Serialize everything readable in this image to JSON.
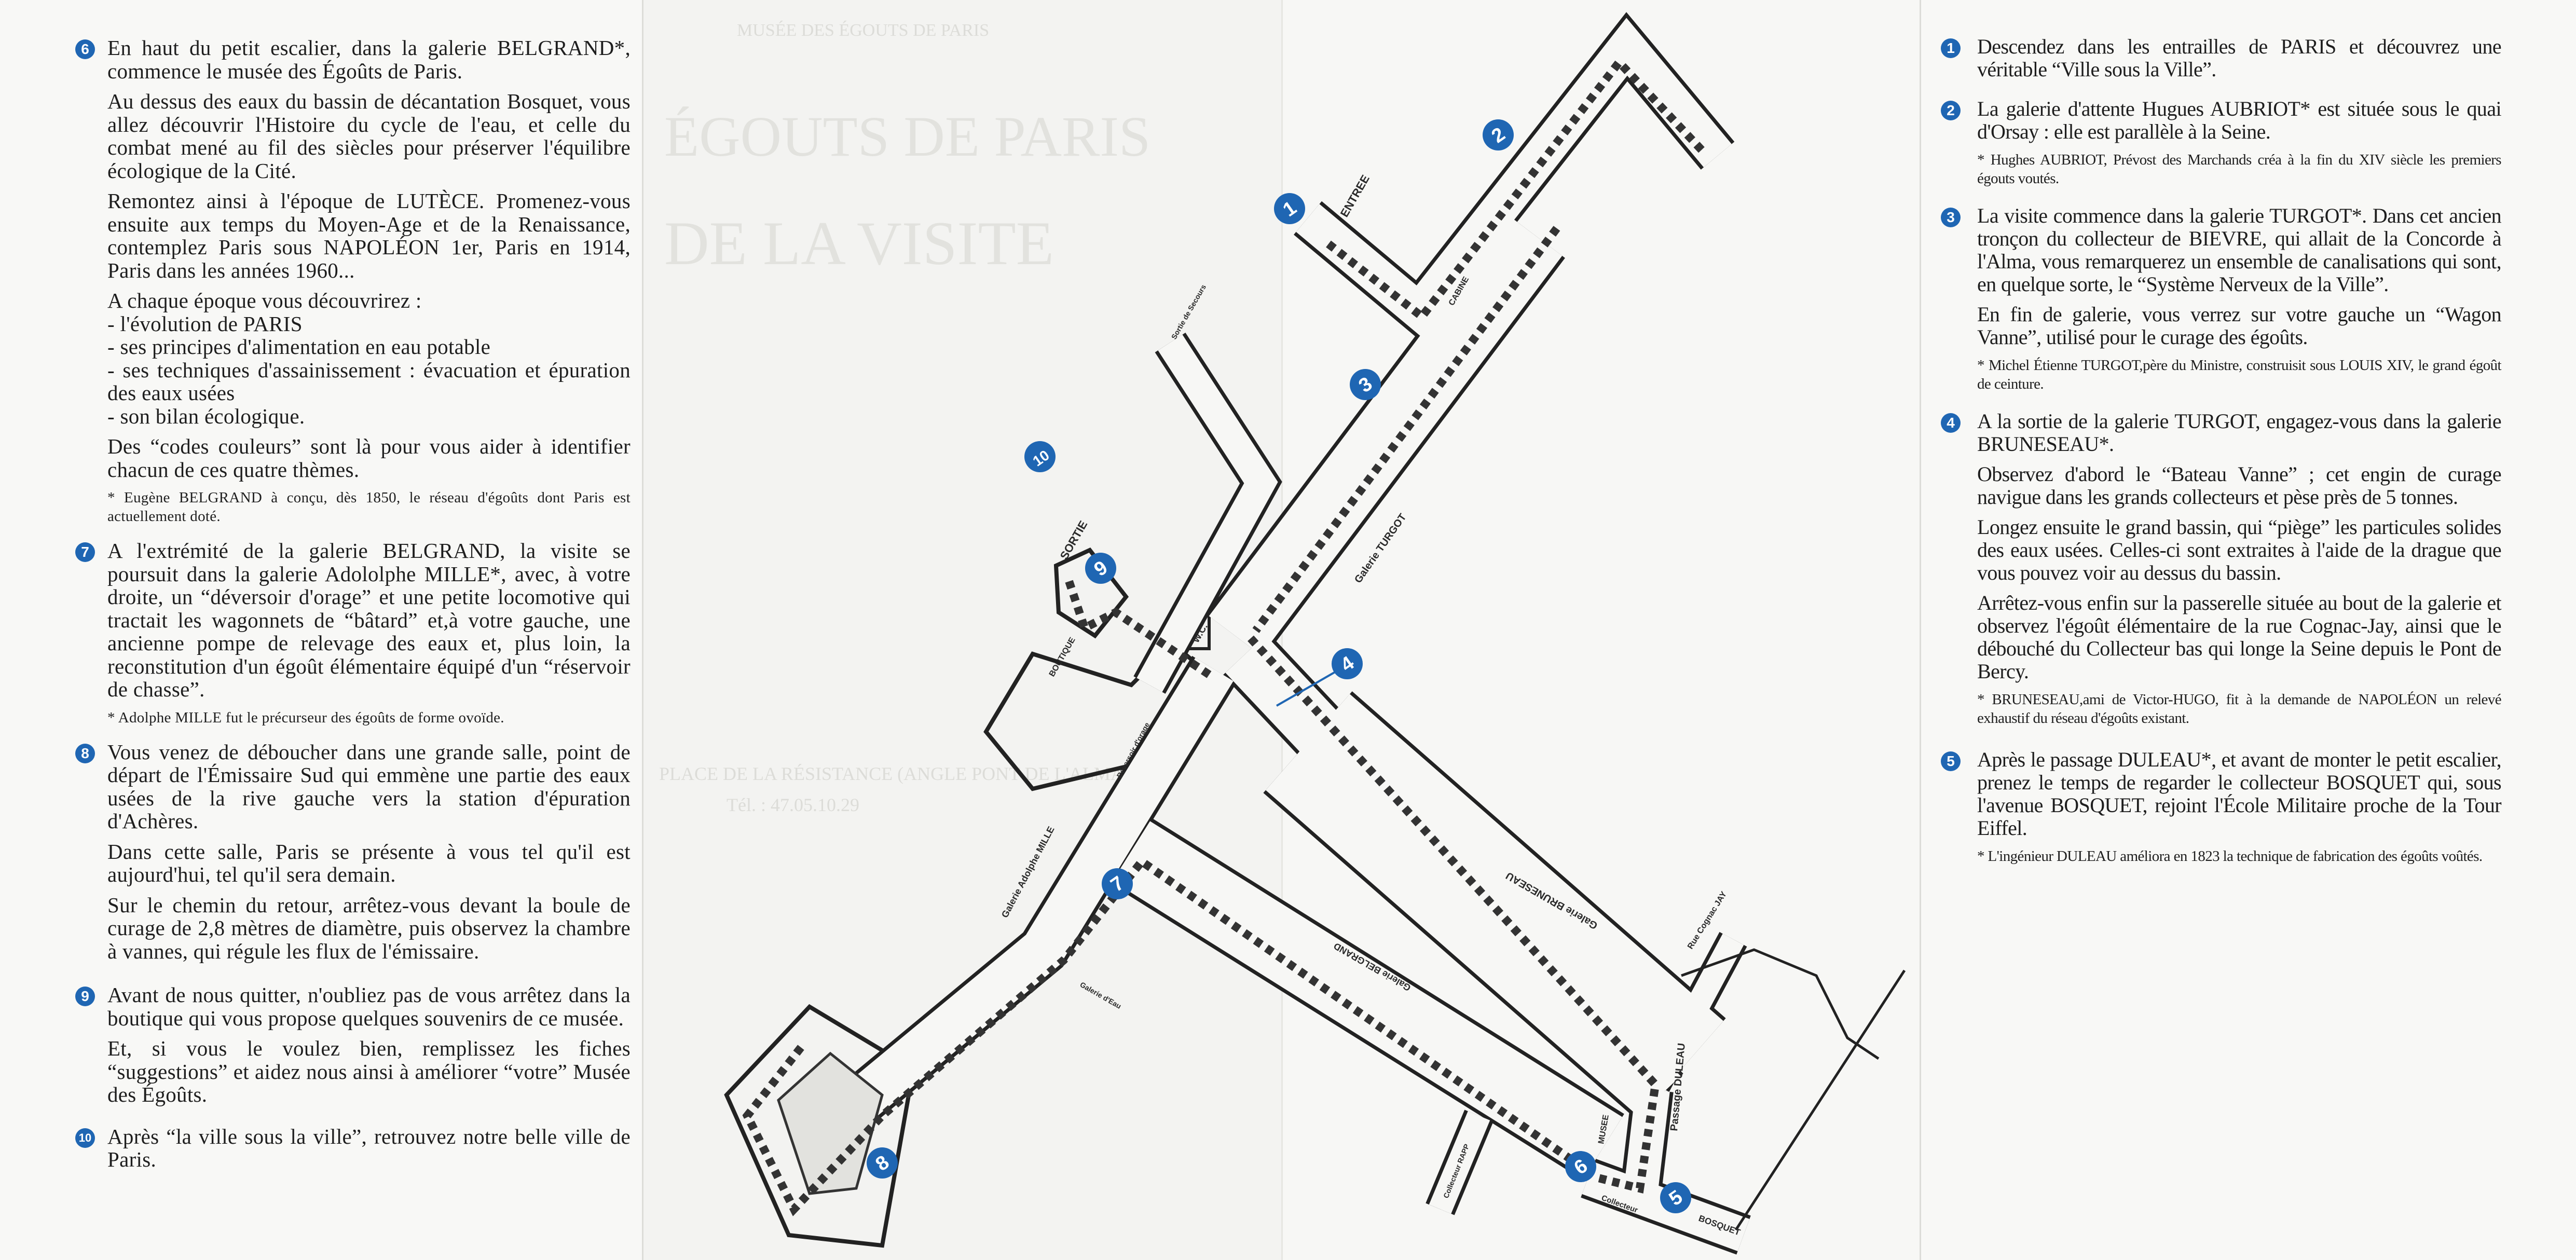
{
  "left_column": {
    "sections": [
      {
        "number": "6",
        "paragraphs": [
          "En haut du petit escalier, dans la galerie BELGRAND*, commence le musée des Égoûts de Paris.",
          "Au dessus des eaux du bassin de décantation Bosquet, vous allez découvrir l'Histoire du cycle de l'eau, et celle du combat mené au fil des siècles pour préserver l'équilibre écologique de la Cité.",
          "Remontez ainsi à l'époque de LUTÈCE. Promenez-vous ensuite aux temps du Moyen-Age et de la Renaissance, contemplez Paris sous NAPOLÉON 1er, Paris en 1914, Paris dans les années 1960...",
          "A chaque époque vous découvrirez :",
          "- l'évolution de PARIS",
          "- ses principes d'alimentation en eau potable",
          "- ses techniques d'assainissement : évacuation et épuration des eaux usées",
          "- son bilan écologique.",
          "Des “codes couleurs” sont là pour vous aider à identifier chacun de ces quatre thèmes."
        ],
        "note": "* Eugène BELGRAND à conçu, dès 1850, le réseau d'égoûts dont Paris est actuellement doté."
      },
      {
        "number": "7",
        "paragraphs": [
          "A l'extrémité de la galerie BELGRAND, la visite se poursuit dans la galerie Adololphe MILLE*, avec, à votre droite, un “déversoir d'orage” et une petite locomotive qui tractait les wagonnets de “bâtard” et,à votre gauche, une ancienne pompe de relevage des eaux et, plus loin, la reconstitution d'un égoût élémentaire équipé d'un “réservoir de chasse”."
        ],
        "note": "* Adolphe MILLE fut le précurseur des égoûts de forme ovoïde."
      },
      {
        "number": "8",
        "paragraphs": [
          "Vous venez de déboucher dans une grande salle, point de départ de l'Émissaire Sud qui emmène une partie des eaux usées de la rive gauche vers la station d'épuration d'Achères.",
          "Dans cette salle, Paris se présente à vous tel qu'il est aujourd'hui, tel qu'il sera demain.",
          "Sur le chemin du retour, arrêtez-vous devant la boule de curage de 2,8 mètres de diamètre, puis observez la chambre à vannes, qui régule les flux de l'émissaire."
        ]
      },
      {
        "number": "9",
        "paragraphs": [
          "Avant de nous quitter, n'oubliez pas de vous arrêtez dans la boutique qui vous propose quelques souvenirs de ce musée.",
          "Et, si vous le voulez bien, remplissez les fiches “suggestions” et aidez nous ainsi à améliorer “votre” Musée des Égoûts."
        ]
      },
      {
        "number": "10",
        "paragraphs": [
          "Après “la ville sous la ville”, retrouvez notre belle ville de Paris."
        ]
      }
    ]
  },
  "right_column": {
    "sections": [
      {
        "number": "1",
        "paragraphs": [
          "Descendez dans les entrailles de PARIS et découvrez une véritable “Ville sous la Ville”."
        ]
      },
      {
        "number": "2",
        "paragraphs": [
          "La galerie d'attente Hugues AUBRIOT*  est située sous le quai d'Orsay : elle est parallèle à la Seine."
        ],
        "note": "* Hughes AUBRIOT, Prévost des Marchands créa à la fin du XIV siècle les premiers égouts voutés."
      },
      {
        "number": "3",
        "paragraphs": [
          "La visite commence dans la galerie TURGOT*. Dans cet ancien tronçon du collecteur de BIEVRE, qui allait de la Concorde à l'Alma, vous remarquerez un ensemble de canalisations qui sont, en quelque sorte, le “Système Nerveux de la Ville”.",
          "En fin de galerie, vous verrez sur votre gauche un “Wagon Vanne”, utilisé pour le curage des égoûts."
        ],
        "note": "* Michel Étienne TURGOT,père du Ministre, construisit sous LOUIS XIV, le grand égoût de ceinture."
      },
      {
        "number": "4",
        "paragraphs": [
          "A la sortie de la galerie TURGOT, engagez-vous dans la galerie BRUNESEAU*.",
          "Observez d'abord le “Bateau Vanne” ; cet engin de curage navigue dans les grands collecteurs et pèse près de 5 tonnes.",
          "Longez ensuite le grand bassin, qui “piège” les particules solides des eaux usées. Celles-ci sont extraites à l'aide de la drague que vous pouvez voir au dessus du bassin.",
          "Arrêtez-vous enfin sur la passerelle située au bout de la galerie et observez l'égoût élémentaire de la rue Cognac-Jay, ainsi que le débouché du Collecteur bas qui longe la Seine depuis le Pont de Bercy."
        ],
        "note": "* BRUNESEAU,ami de Victor-HUGO, fit à la demande de NAPOLÉON un relevé exhaustif du réseau d'égoûts existant."
      },
      {
        "number": "5",
        "paragraphs": [
          "Après le passage DULEAU*, et avant de monter le petit escalier, prenez le temps de regarder le collecteur BOSQUET qui, sous l'avenue BOSQUET, rejoint l'École Militaire proche de la Tour Eiffel."
        ],
        "note": "* L'ingénieur DULEAU améliora en 1823  la technique de fabrication des égoûts voûtés."
      }
    ]
  },
  "map": {
    "labels": {
      "entree": "ENTREE",
      "cabine": "CABINE",
      "sortie_secours": "Sortie de Secours",
      "wc": "W.C.",
      "boutique": "BOUTIQUE",
      "sortie": "SORTIE",
      "turgot": "Galerie TURGOT",
      "bruneseau": "Galerie BRUNESEAU",
      "cognac_jay": "Rue Cognac JAY",
      "duleau": "Passage DULEAU",
      "collecteur": "Collecteur",
      "bosquet": "BOSQUET",
      "belgrand": "Galerie BELGRAND",
      "musee": "MUSEE",
      "rapp": "Collecteur RAPP",
      "mille": "Galerie Adolphe MILLE",
      "galerie_eau": "Galerie d'Eau",
      "deversoir": "Déversoir d'orage"
    },
    "markers": [
      "1",
      "2",
      "3",
      "4",
      "5",
      "6",
      "7",
      "8",
      "9",
      "10"
    ],
    "marker_color": "#1f66b3"
  },
  "show_through": {
    "header": "MUSÉE DES ÉGOUTS DE PARIS",
    "title_line1": "DE LA VISITE",
    "title_line2": "ÉGOUTS DE PARIS",
    "address": "PLACE DE LA RÉSISTANCE (ANGLE PONT DE L'ALMA)",
    "phone": "Tél. : 47.05.10.29"
  }
}
